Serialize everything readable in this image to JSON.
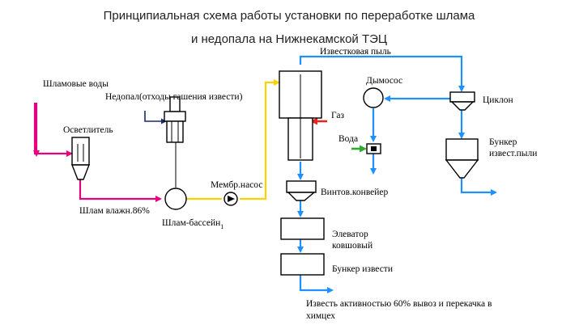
{
  "title": {
    "line1": "Принципиальная схема работы установки по переработке шлама",
    "line2": "и недопала на Нижнекамской ТЭЦ"
  },
  "labels": {
    "sludge_water": "Шламовые воды",
    "clarifier": "Осветлитель",
    "sludge_moisture": "Шлам влажн.86%",
    "underburn": "Недопал(отходы гашения извести)",
    "sludge_pool": "Шлам-бассейн",
    "pool_index": "1",
    "membrane_pump": "Мембр.насос",
    "lime_dust": "Известковая пыль",
    "gas": "Газ",
    "smoke_exhauster": "Дымосос",
    "cyclone": "Циклон",
    "water": "Вода",
    "dust_bunker_1": "Бункер",
    "dust_bunker_2": "извест.пыли",
    "screw_conveyor": "Винтов.конвейер",
    "elevator_1": "Элеватор",
    "elevator_2": "ковшовый",
    "lime_bunker": "Бункер извести",
    "output_1": "Известь активностью 60% вывоз и перекачка в",
    "output_2": "химцех"
  },
  "colors": {
    "sludge_line": "#e6007e",
    "slurry_line": "#ffd000",
    "lime_line": "#1e90ff",
    "gas_arrow": "#e8251c",
    "water_arrow": "#2ea82e"
  }
}
